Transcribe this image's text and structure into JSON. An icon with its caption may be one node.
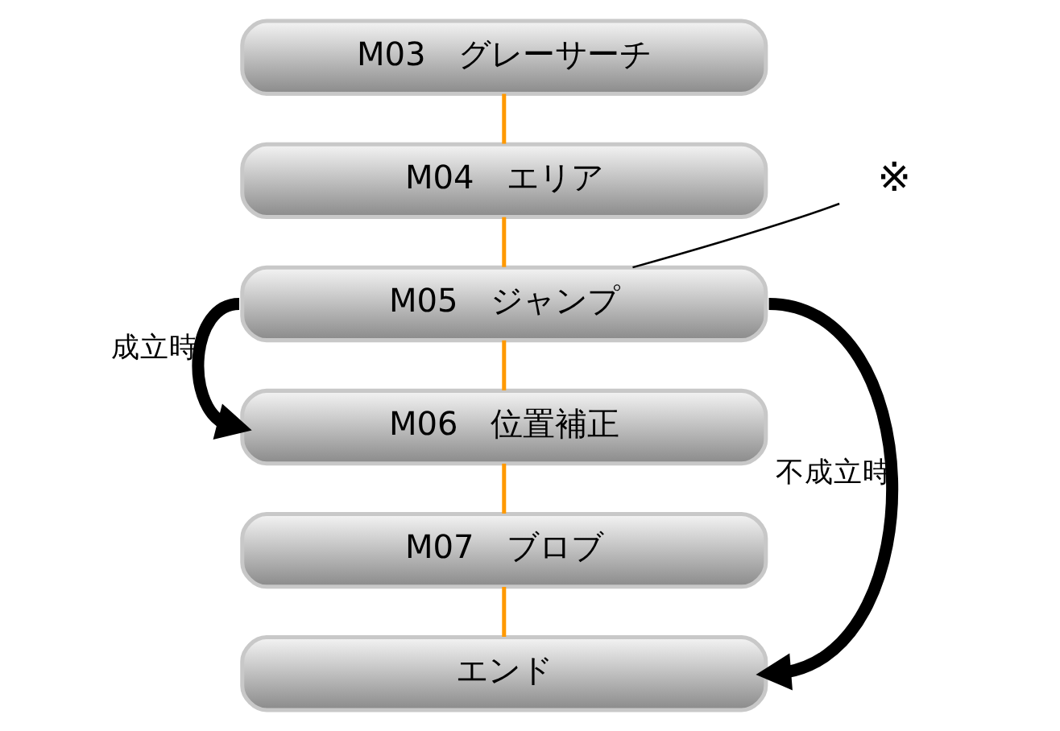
{
  "diagram": {
    "nodes": [
      {
        "text": [
          "M03　グレーサーチ"
        ]
      },
      {
        "text": [
          "M04　エリア"
        ]
      },
      {
        "text": [
          "M05　ジャンプ"
        ]
      },
      {
        "text": [
          "M06　位置補正"
        ]
      },
      {
        "text": [
          "M07　ブロブ"
        ]
      },
      {
        "text": [
          "エンド"
        ]
      },
      {
        "text": [
          "※"
        ]
      }
    ],
    "edges": [
      {
        "from": 0,
        "to": 1,
        "arrow": "none"
      },
      {
        "from": 1,
        "to": 2,
        "arrow": "none"
      },
      {
        "from": 2,
        "to": 3,
        "arrow": "none"
      },
      {
        "from": 3,
        "to": 4,
        "arrow": "none"
      },
      {
        "from": 4,
        "to": 5,
        "arrow": "none"
      },
      {
        "from": 2,
        "to": 3,
        "arrow": "to",
        "label": "成立時",
        "style": "thick",
        "color": "#000000"
      },
      {
        "from": 2,
        "to": 5,
        "arrow": "to",
        "label": "不成立時",
        "style": "thick",
        "color": "#000000"
      },
      {
        "from": 6,
        "to": 2,
        "arrow": "none",
        "color": "#000000"
      }
    ]
  }
}
